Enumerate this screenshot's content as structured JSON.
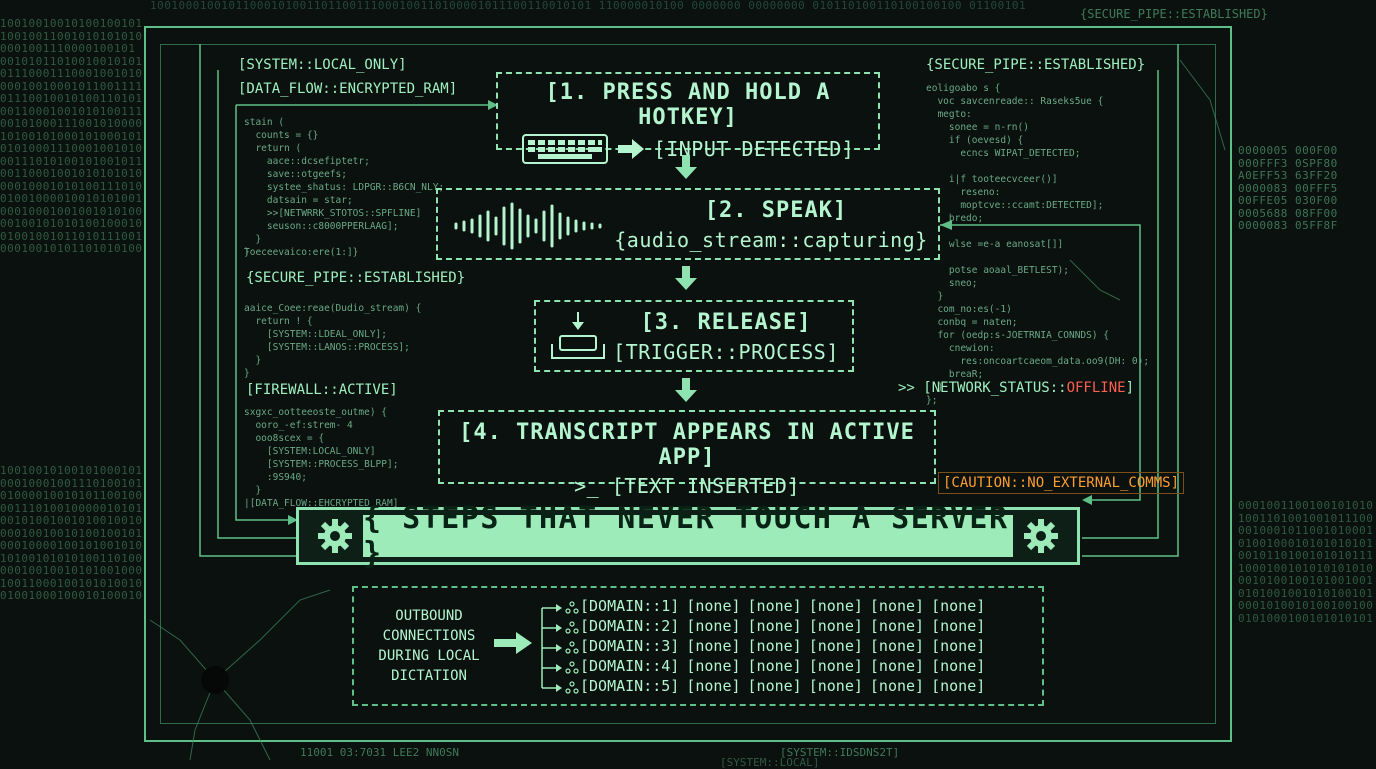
{
  "noise": {
    "top": "10010001001011000101001101100111000100110100001011100110010101 110000010100 0000000 00000000 010110100110100100100 01100101",
    "left": "1001001001010010010101\n1001001100101010101001\n0001001110000100101\n0010101101001001010101\n0111000111000100101001\n0001001000101100111101\n0111001001010011010101\n0011000100101010011101\n0010100011100101000011\n1010010100010100010101\n0101000111000100101010\n0011101010010100101101\n0011000100101010101001\n0001000101010011101011\n0100100001001010100101\n0001000100100101010001\n0010010101010010001011\n0100100101101011100101\n0001001010110101010001",
    "left2": "1001001010010100010101\n0001000100111010010101\n0100001001010110010001\n0011101001000001010101\n0010100100101001001001\n0001001001010010010111\n0001000010010100101001\n1010010101010011010001\n0001001001010100100001\n1001100010010101001001\n0100100010001010001001",
    "right": "0000005 000F00\n000FFF3 0SPF80\nA0EFF53 63FF20\n0000083 00FFF5\n00FFE05 030F00\n0005688 08FF00\n0000083 05FF8F",
    "right2": "0001001100100101010\n1001101001001011100\n0010001011001010001\n0100100010101010101\n0010110100101010111\n1000100101010101010\n0010100100101001001\n0101001001010100101\n0001010010100100100\n0101000100101010101"
  },
  "tags": {
    "local_only": "[SYSTEM::LOCAL_ONLY]",
    "data_flow": "[DATA_FLOW::ENCRYPTED_RAM]",
    "secure_pipe_right": "{SECURE_PIPE::ESTABLISHED}",
    "secure_pipe_left": "{SECURE_PIPE::ESTABLISHED}",
    "firewall": "[FIREWALL::ACTIVE]",
    "network_prefix": ">> [NETWORK_STATUS::",
    "network_value": "OFFLINE",
    "network_suffix": "]",
    "caution": "[CAUTION::NO_EXTERNAL_COMMS]",
    "top_right": "{SECURE_PIPE::ESTABLISHED}"
  },
  "code": {
    "left1": "stain (\n  counts = {}\n  return (\n    aace::dcsefiptetr;\n    save::otgeefs;\n    systee_shatus: LDPGR::B6CN_NLY;\n    datsain = star;\n    >>[NETWRRK_STOTOS::SPFLINE]\n    seuson::c8000PPERLAAG];\n  }\n}",
    "left1b": "Toeceevaico:ere(1:]}",
    "left2": "aaice_Coee:reae(Dudio_stream) {\n  return ! {\n    [SYSTEM::LDEAL_ONLY];\n    [SYSTEM::LANOS::PROCESS];\n  }\n}",
    "left3": "sxgxc_ootteeoste_outme) {\n  ooro_-ef:strem- 4\n  ooo8scex = {\n    [SYSTEM:LOCAL_ONLY]\n    [SYSTEM::PROCESS_BLPP];\n    :9S940;\n  }\n|[DATA_FLOW::EHCRYPTED_RAM]",
    "right1": "eoligoabo s {\n  voc savcenreade:: Raseks5ue {\n  megto:\n    sonee = n-rn()\n    if (oevesd) {\n      ecncs WIPAT_DETECTED;\n\n    i|f tooteecvceer()]\n      reseno:\n      moptcve::ccamt:DETECTED];\n    bredo;\n\n    wlse =e-a eanosat[]]\n\n    potse aoaal_BETLEST);\n    sneo;\n  }\n  com_no:es(-1)\n  conbq = naten;\n  for (oedp:s-JOETRNIA_CONNDS) {\n    cnewion:\n      res:oncoartcaeom_data.oo9(DH: 0);\n    breaR;\n  }\n};"
  },
  "steps": [
    {
      "title": "[1. PRESS AND HOLD A HOTKEY]",
      "sub": "[INPUT DETECTED]"
    },
    {
      "title": "[2. SPEAK]",
      "sub": "{audio_stream::capturing}"
    },
    {
      "title": "[3. RELEASE]",
      "sub": "[TRIGGER::PROCESS]"
    },
    {
      "title": "[4. TRANSCRIPT APPEARS IN ACTIVE APP]",
      "sub": ">_ [TEXT INSERTED]"
    }
  ],
  "banner": {
    "text": "{ STEPS THAT NEVER TOUCH A SERVER }"
  },
  "table": {
    "label_lines": [
      "OUTBOUND",
      "CONNECTIONS",
      "DURING LOCAL",
      "DICTATION"
    ],
    "rows": [
      {
        "domain": "[DOMAIN::1]",
        "cells": [
          "[none]",
          "[none]",
          "[none]",
          "[none]",
          "[none]"
        ]
      },
      {
        "domain": "[DOMAIN::2]",
        "cells": [
          "[none]",
          "[none]",
          "[none]",
          "[none]",
          "[none]"
        ]
      },
      {
        "domain": "[DOMAIN::3]",
        "cells": [
          "[none]",
          "[none]",
          "[none]",
          "[none]",
          "[none]"
        ]
      },
      {
        "domain": "[DOMAIN::4]",
        "cells": [
          "[none]",
          "[none]",
          "[none]",
          "[none]",
          "[none]"
        ]
      },
      {
        "domain": "[DOMAIN::5]",
        "cells": [
          "[none]",
          "[none]",
          "[none]",
          "[none]",
          "[none]"
        ]
      }
    ]
  },
  "footer": {
    "left": "11001 03:7031 LEE2 NN0SN",
    "mid": "[SYSTEM::IDSDNS2T]",
    "mid2": "[SYSTEM::LOCAL]"
  },
  "colors": {
    "accent": "#8fe3b0",
    "background": "#0a110e",
    "offline": "#ff5f4f",
    "caution": "#ff9d2e"
  }
}
